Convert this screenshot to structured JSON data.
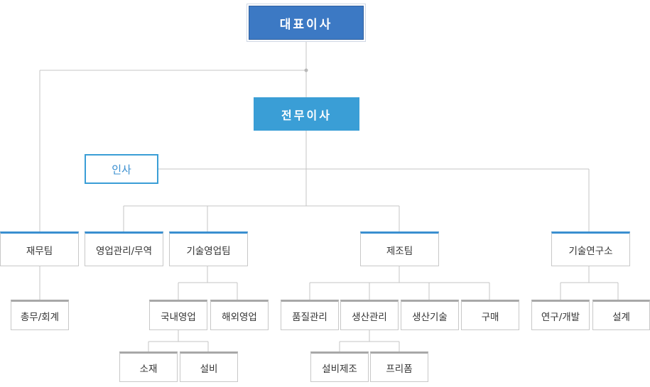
{
  "org": {
    "ceo": "대표이사",
    "managing_director": "전무이사",
    "hr": "인사",
    "finance": "재무팀",
    "general_affairs": "총무/회계",
    "sales_mgmt": "영업관리/무역",
    "tech_sales": "기술영업팀",
    "domestic_sales": "국내영업",
    "overseas_sales": "해외영업",
    "material": "소재",
    "equipment": "설비",
    "manufacturing": "제조팀",
    "quality": "품질관리",
    "production": "생산관리",
    "prod_tech": "생산기술",
    "purchasing": "구매",
    "equip_manufacturing": "설비제조",
    "frame": "프리폼",
    "research": "기술연구소",
    "rnd": "연구/개발",
    "design": "설계"
  },
  "colors": {
    "ceo_fill": "#3c79c4",
    "md_fill": "#3a9ed6",
    "team_accent": "#3a8fd0",
    "sub_accent": "#a8a8a8",
    "line": "#c4c4c4"
  }
}
